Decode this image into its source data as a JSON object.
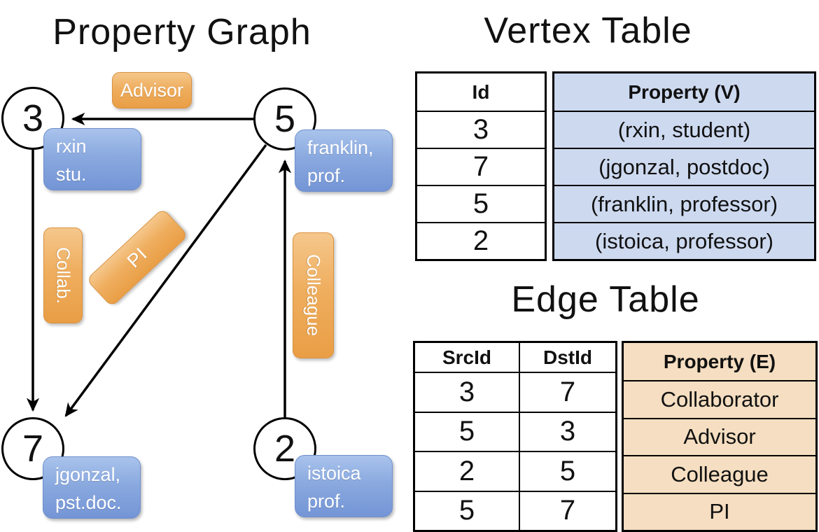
{
  "graph": {
    "title": "Property Graph",
    "nodes": [
      {
        "id": "3",
        "property_line1": "rxin",
        "property_line2": "stu."
      },
      {
        "id": "5",
        "property_line1": "franklin,",
        "property_line2": "prof."
      },
      {
        "id": "7",
        "property_line1": "jgonzal,",
        "property_line2": "pst.doc."
      },
      {
        "id": "2",
        "property_line1": "istoica",
        "property_line2": "prof."
      }
    ],
    "edge_labels": [
      {
        "label": "Advisor"
      },
      {
        "label": "Collab."
      },
      {
        "label": "PI"
      },
      {
        "label": "Colleague"
      }
    ]
  },
  "vertex_table": {
    "title": "Vertex Table",
    "headers": {
      "id": "Id",
      "property": "Property (V)"
    },
    "rows": [
      {
        "id": "3",
        "property": "(rxin, student)"
      },
      {
        "id": "7",
        "property": "(jgonzal, postdoc)"
      },
      {
        "id": "5",
        "property": "(franklin, professor)"
      },
      {
        "id": "2",
        "property": "(istoica, professor)"
      }
    ]
  },
  "edge_table": {
    "title": "Edge Table",
    "headers": {
      "src": "SrcId",
      "dst": "DstId",
      "property": "Property (E)"
    },
    "rows": [
      {
        "src": "3",
        "dst": "7",
        "property": "Collaborator"
      },
      {
        "src": "5",
        "dst": "3",
        "property": "Advisor"
      },
      {
        "src": "2",
        "dst": "5",
        "property": "Colleague"
      },
      {
        "src": "5",
        "dst": "7",
        "property": "PI"
      }
    ]
  },
  "colors": {
    "edge_label_orange": "#EDA24D",
    "vertex_box_blue": "#7E9FDB",
    "vertex_table_property_bg": "#CDD9EF",
    "edge_table_property_bg": "#F5DEC1",
    "line_black": "#000000"
  }
}
